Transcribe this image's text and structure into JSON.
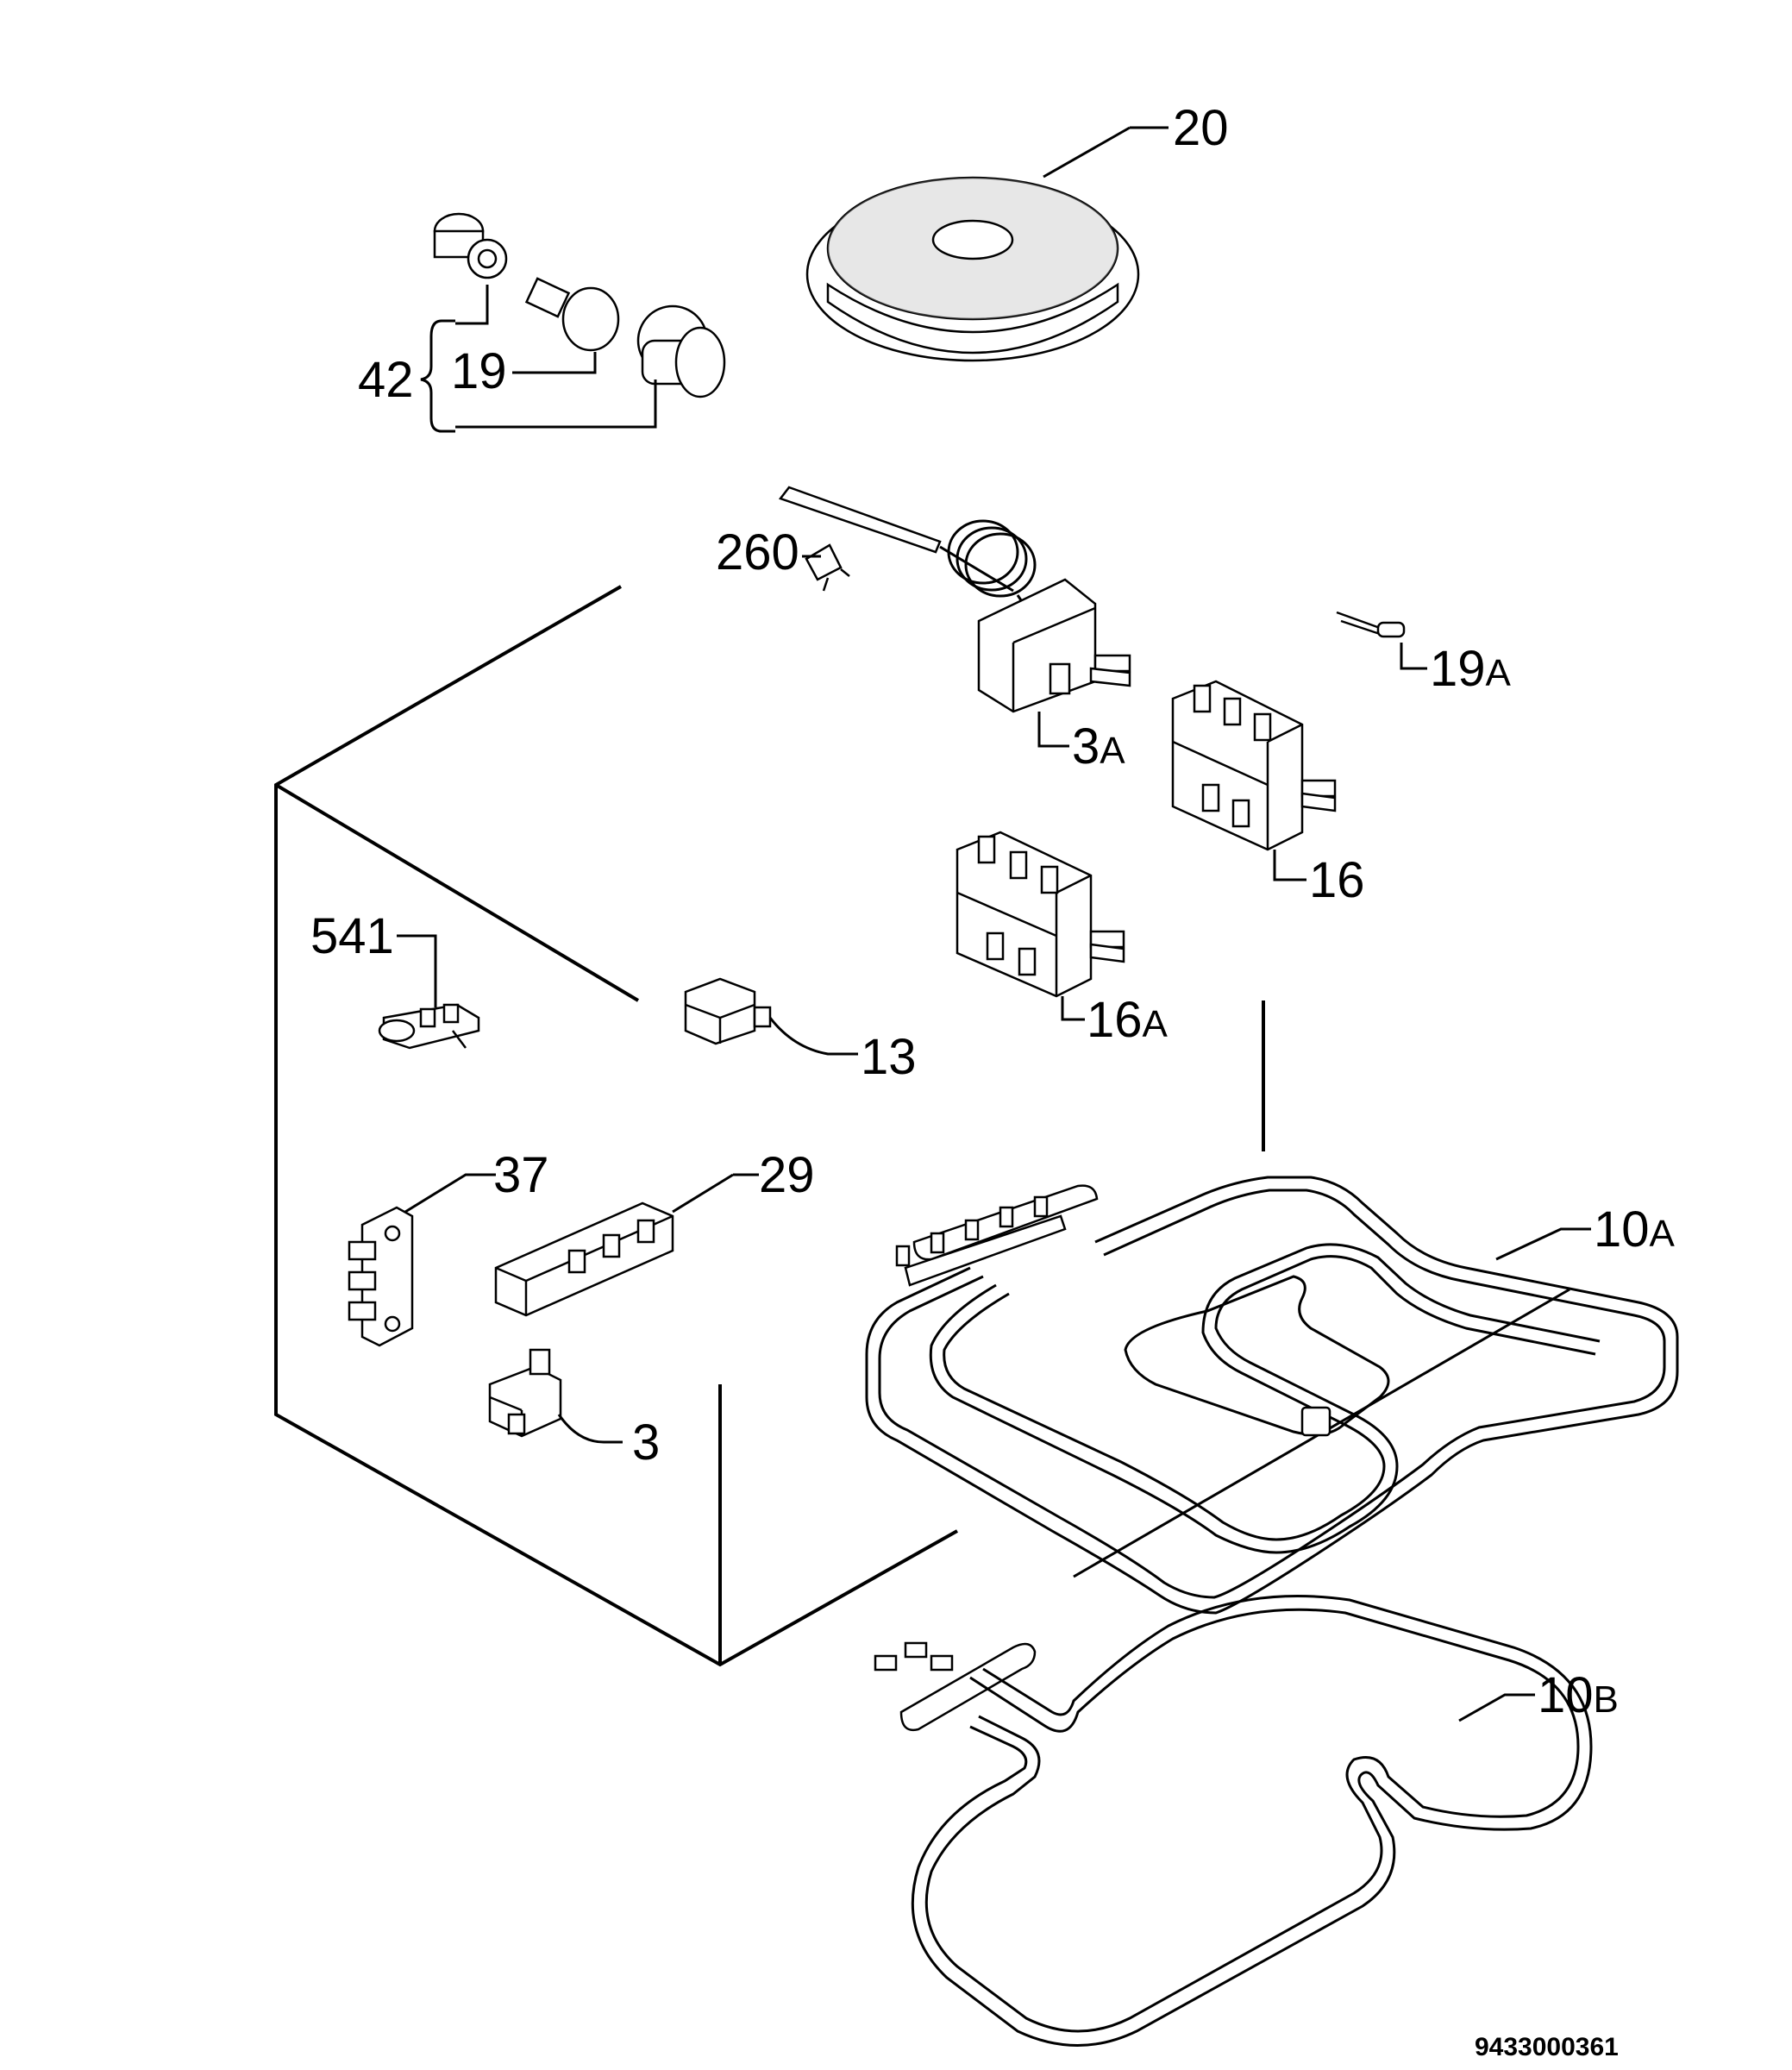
{
  "labels": {
    "p20": "20",
    "p42": "42",
    "p19": "19",
    "p260": "260",
    "p19a": "19",
    "p19a_suffix": "A",
    "p3a": "3",
    "p3a_suffix": "A",
    "p16": "16",
    "p16a": "16",
    "p16a_suffix": "A",
    "p541": "541",
    "p13": "13",
    "p37": "37",
    "p29": "29",
    "p10a": "10",
    "p10a_suffix": "A",
    "p3": "3",
    "p10b": "10",
    "p10b_suffix": "B"
  },
  "document_number": "9433000361"
}
